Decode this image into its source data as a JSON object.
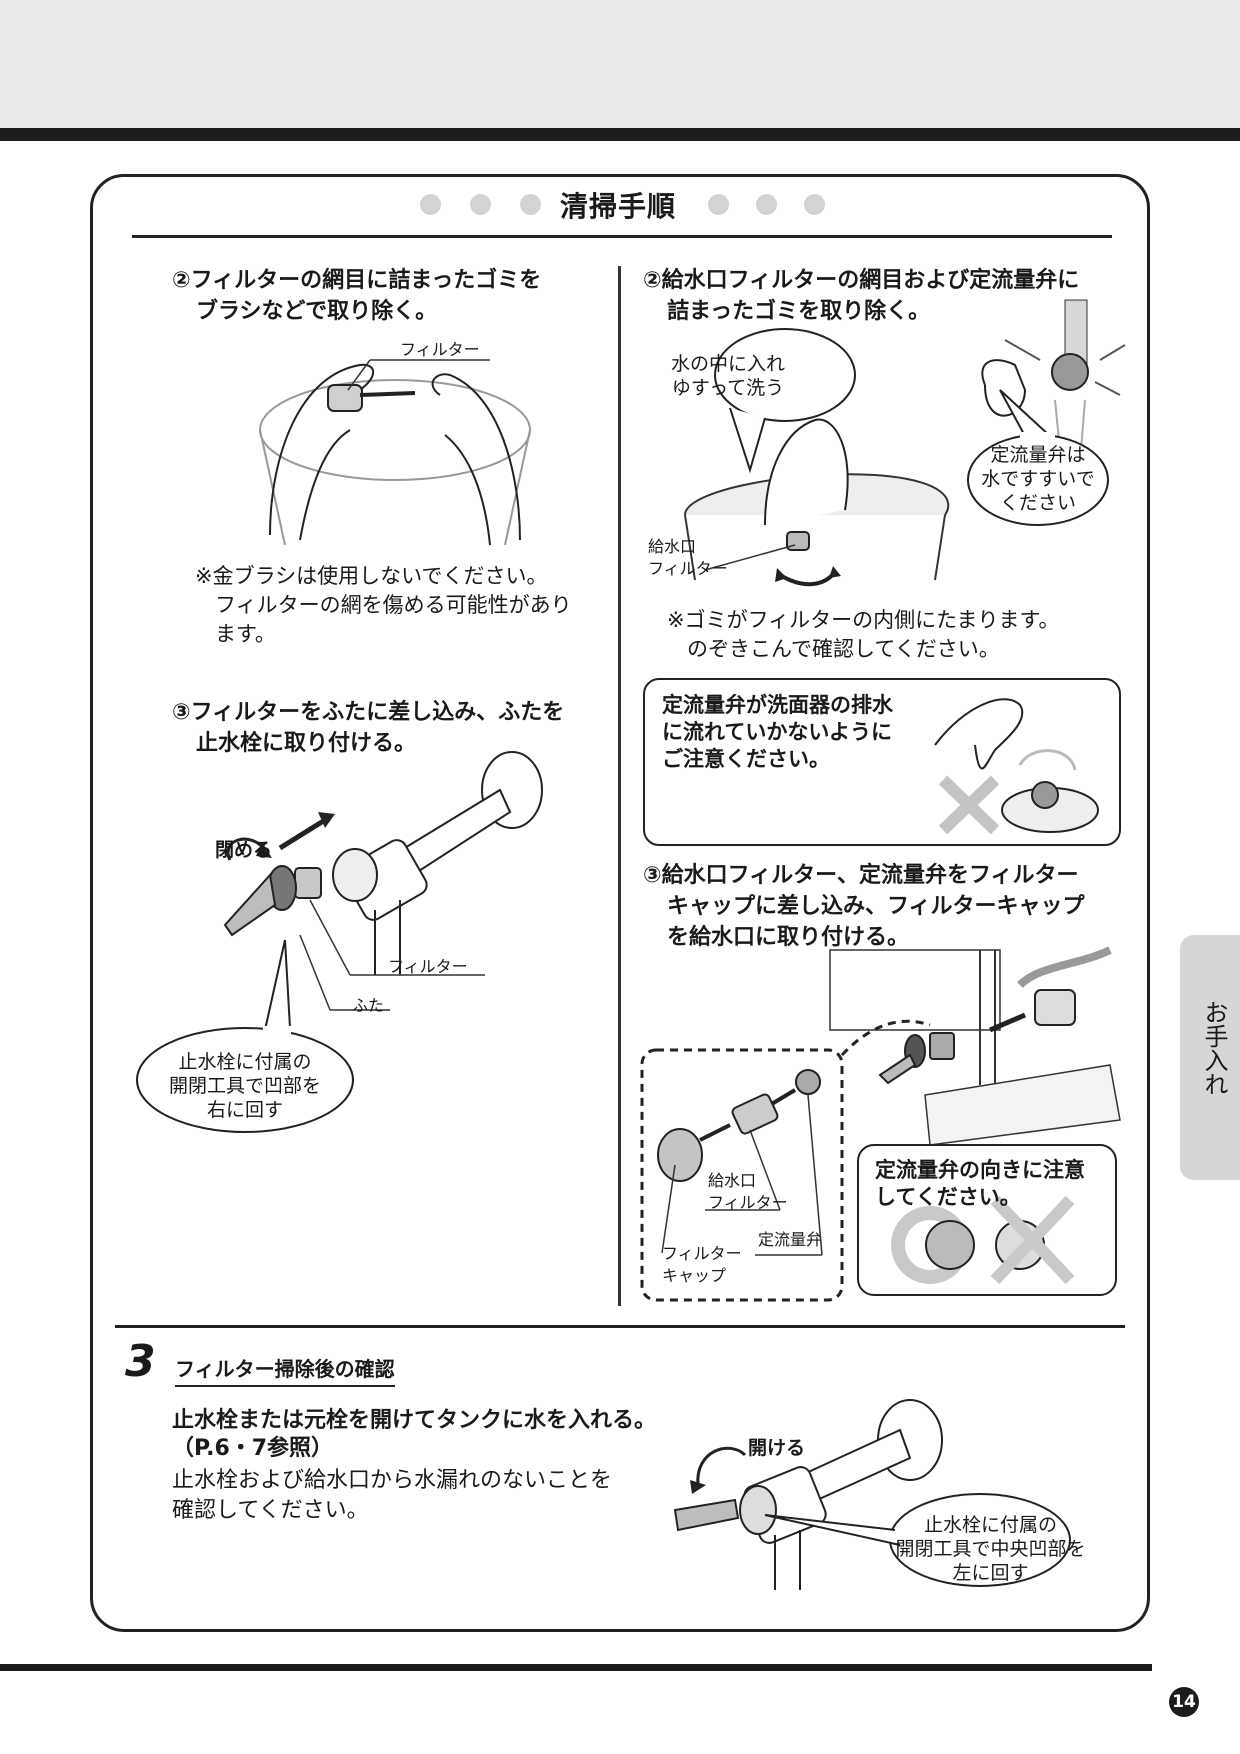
{
  "page": {
    "title": "清掃手順",
    "side_tab": "お手入れ",
    "page_number": "14"
  },
  "left": {
    "step2": [
      "②フィルターの網目に詰まったゴミを",
      "ブラシなどで取り除く。"
    ],
    "step2_label_filter": "フィルター",
    "step2_note": [
      "※金ブラシは使用しないでください。",
      "フィルターの網を傷める可能性があり",
      "ます。"
    ],
    "step3": [
      "③フィルターをふたに差し込み、ふたを",
      "止水栓に取り付ける。"
    ],
    "close_label": "閉める",
    "label_filter": "フィルター",
    "label_lid": "ふた",
    "bubble": [
      "止水栓に付属の",
      "開閉工具で凹部を",
      "右に回す"
    ]
  },
  "right": {
    "step2": [
      "②給水口フィルターの網目および定流量弁に",
      "詰まったゴミを取り除く。"
    ],
    "bubble_wash": [
      "水の中に入れ",
      "ゆすって洗う"
    ],
    "bubble_valve": [
      "定流量弁は",
      "水ですすいで",
      "ください"
    ],
    "label_inlet_filter": [
      "給水口",
      "フィルター"
    ],
    "note": [
      "※ゴミがフィルターの内側にたまります。",
      "のぞきこんで確認してください。"
    ],
    "warning": [
      "定流量弁が洗面器の排水",
      "に流れていかないように",
      "ご注意ください。"
    ],
    "step3": [
      "③給水口フィルター、定流量弁をフィルター",
      "キャップに差し込み、フィルターキャップ",
      "を給水口に取り付ける。"
    ],
    "label_inlet_filter2": [
      "給水口",
      "フィルター"
    ],
    "label_valve": "定流量弁",
    "label_cap": [
      "フィルター",
      "キャップ"
    ],
    "orientation_note": [
      "定流量弁の向きに注意",
      "してください。"
    ]
  },
  "section3": {
    "number": "3",
    "heading": "フィルター掃除後の確認",
    "line1": "止水栓または元栓を開けてタンクに水を入れる。",
    "line2": "（P.6・7参照）",
    "line3": [
      "止水栓および給水口から水漏れのないことを",
      "確認してください。"
    ],
    "open_label": "開ける",
    "bubble": [
      "止水栓に付属の",
      "開閉工具で中央凹部を",
      "左に回す"
    ]
  }
}
